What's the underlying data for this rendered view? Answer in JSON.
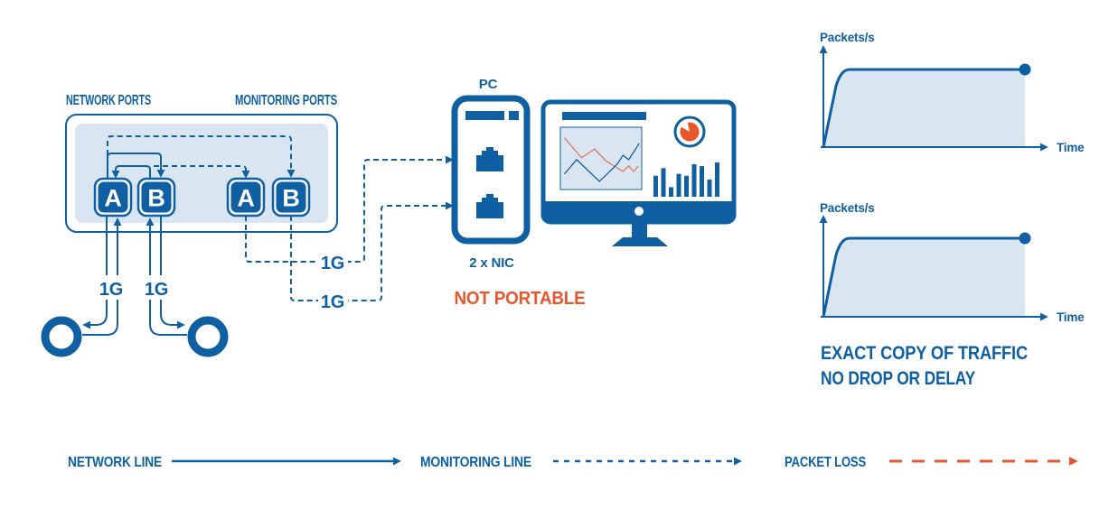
{
  "colors": {
    "blue": "#0f5fa3",
    "light_blue": "#d9e5f0",
    "orange": "#e9562c",
    "chart_red": "#dd7a66",
    "white": "#ffffff"
  },
  "device": {
    "network_ports_label": "NETWORK PORTS",
    "monitoring_ports_label": "MONITORING PORTS",
    "network_port_a": "A",
    "network_port_b": "B",
    "monitoring_port_a": "A",
    "monitoring_port_b": "B"
  },
  "links": {
    "network_a_speed": "1G",
    "network_b_speed": "1G",
    "monitoring_a_speed": "1G",
    "monitoring_b_speed": "1G"
  },
  "pc": {
    "title": "PC",
    "nic_caption": "2 x NIC",
    "note": "NOT PORTABLE"
  },
  "graphs": {
    "top": {
      "y_label": "Packets/s",
      "x_label": "Time"
    },
    "bottom": {
      "y_label": "Packets/s",
      "x_label": "Time"
    }
  },
  "caption": {
    "line1": "EXACT COPY OF TRAFFIC",
    "line2": "NO DROP OR DELAY"
  },
  "legend": {
    "network": "NETWORK LINE",
    "monitoring": "MONITORING LINE",
    "packet_loss": "PACKET LOSS"
  },
  "chart_data": [
    {
      "id": "traffic_network",
      "type": "area",
      "title": "",
      "xlabel": "Time",
      "ylabel": "Packets/s",
      "x": [
        0,
        0.062,
        0.13,
        1
      ],
      "y": [
        0,
        0.78,
        1,
        1
      ],
      "grid": false,
      "legend_position": "none",
      "note": "Traffic ramps up steeply then stays at a constant plateau; filled area under curve; endpoint dot marker."
    },
    {
      "id": "traffic_monitor",
      "type": "area",
      "title": "",
      "xlabel": "Time",
      "ylabel": "Packets/s",
      "x": [
        0,
        0.062,
        0.13,
        1
      ],
      "y": [
        0,
        0.78,
        1,
        1
      ],
      "grid": false,
      "legend_position": "none",
      "note": "Identical monitored copy of traffic - exact copy, no drop or delay."
    },
    {
      "id": "monitor_lines",
      "type": "line",
      "note": "Decorative zigzag line chart shown on the monitor screen.",
      "series": [
        {
          "name": "red-line",
          "color": "#dd7a66",
          "points": [
            [
              0.05,
              0.17
            ],
            [
              0.26,
              0.49
            ],
            [
              0.42,
              0.35
            ],
            [
              0.56,
              0.54
            ],
            [
              0.77,
              0.71
            ],
            [
              0.84,
              0.62
            ],
            [
              0.9,
              0.71
            ],
            [
              0.96,
              0.62
            ]
          ]
        },
        {
          "name": "blue-line",
          "color": "#0f5fa3",
          "points": [
            [
              0.05,
              0.75
            ],
            [
              0.2,
              0.52
            ],
            [
              0.48,
              0.87
            ],
            [
              0.7,
              0.59
            ],
            [
              0.77,
              0.45
            ],
            [
              0.84,
              0.52
            ],
            [
              0.97,
              0.26
            ]
          ]
        }
      ]
    },
    {
      "id": "monitor_bars",
      "type": "bar",
      "note": "Decorative bar chart shown on the monitor screen (relative heights 0-100).",
      "values": [
        55,
        75,
        25,
        60,
        55,
        85,
        80,
        45,
        90
      ]
    },
    {
      "id": "monitor_donut",
      "type": "pie",
      "note": "Decorative donut/pie indicator on the monitor screen.",
      "values": [
        85,
        15
      ]
    }
  ]
}
